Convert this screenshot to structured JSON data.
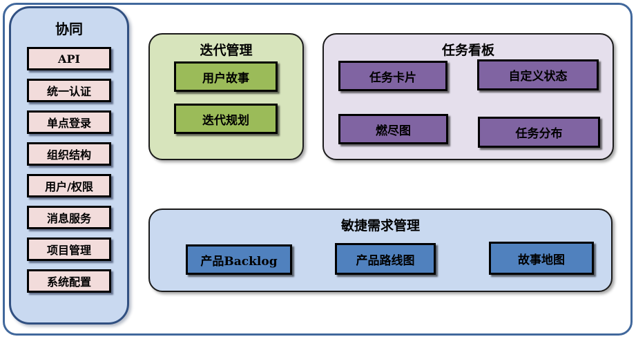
{
  "diagram": {
    "sidebar": {
      "title": "协同",
      "items": [
        {
          "label": "API"
        },
        {
          "label": "统一认证"
        },
        {
          "label": "单点登录"
        },
        {
          "label": "组织结构"
        },
        {
          "label": "用户/权限"
        },
        {
          "label": "消息服务"
        },
        {
          "label": "项目管理"
        },
        {
          "label": "系统配置"
        }
      ]
    },
    "panels": [
      {
        "title": "迭代管理",
        "items": [
          {
            "label": "用户故事"
          },
          {
            "label": "迭代规划"
          }
        ]
      },
      {
        "title": "任务看板",
        "items": [
          {
            "label": "任务卡片"
          },
          {
            "label": "自定义状态"
          },
          {
            "label": "燃尽图"
          },
          {
            "label": "任务分布"
          }
        ]
      },
      {
        "title": "敏捷需求管理",
        "items": [
          {
            "label": "产品Backlog"
          },
          {
            "label": "产品路线图"
          },
          {
            "label": "故事地图"
          }
        ]
      }
    ],
    "colors": {
      "frame_border": "#41689c",
      "sidebar_fill": "#c9d9f0",
      "sidebar_border": "#315081",
      "sidebar_item_fill": "#f2dcdb",
      "iteration_panel_fill": "#d7e4bc",
      "iteration_item_fill": "#9bbb59",
      "kanban_panel_fill": "#e5dfec",
      "kanban_item_fill": "#8064a2",
      "agile_panel_fill": "#c9d9f0",
      "agile_item_fill": "#5081be"
    }
  }
}
